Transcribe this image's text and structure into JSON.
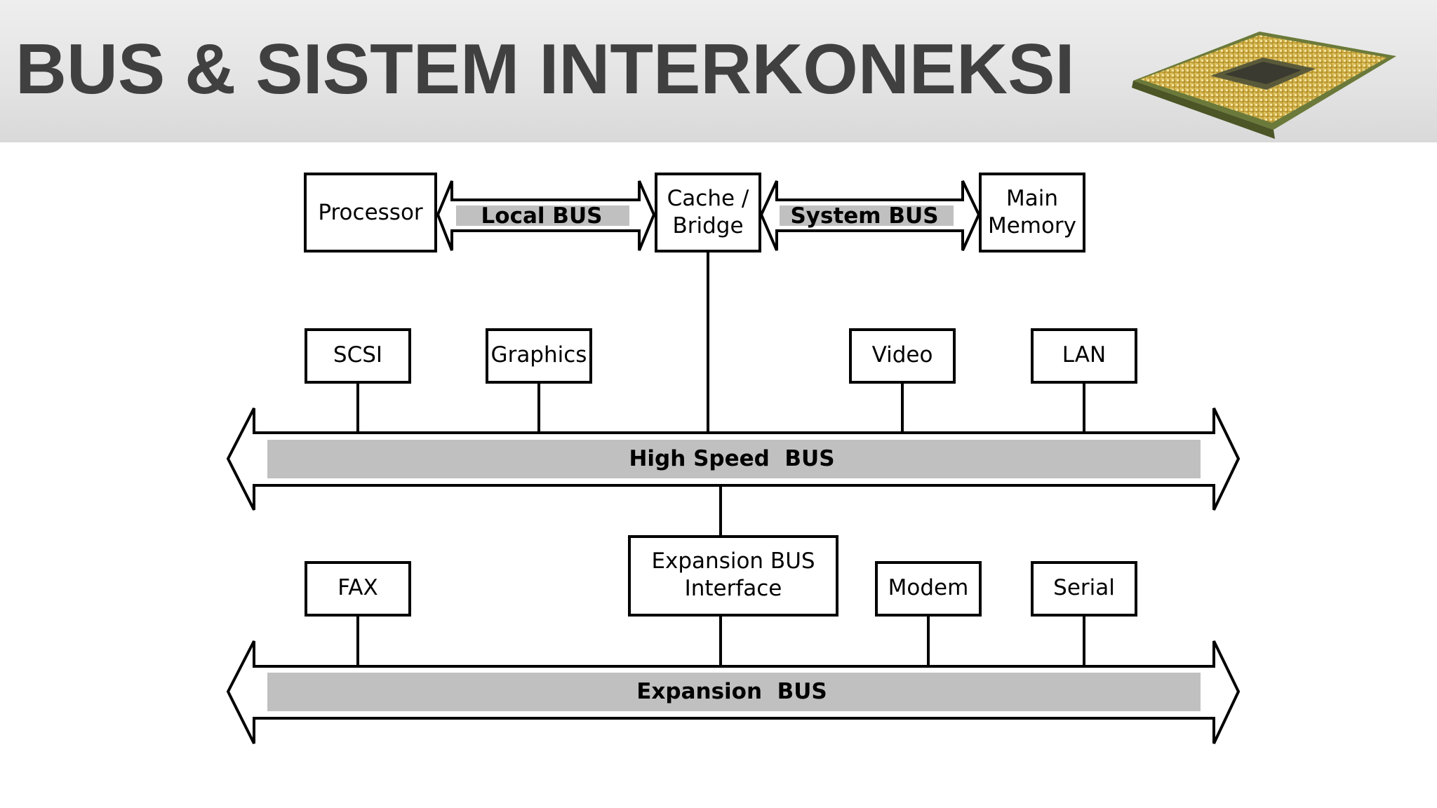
{
  "title": "BUS & SISTEM INTERKONEKSI",
  "components": {
    "processor": "Processor",
    "cache_line1": "Cache /",
    "cache_line2": "Bridge",
    "memory_line1": "Main",
    "memory_line2": "Memory",
    "scsi": "SCSI",
    "graphics": "Graphics",
    "video": "Video",
    "lan": "LAN",
    "expansion_if_line1": "Expansion BUS",
    "expansion_if_line2": "Interface",
    "fax": "FAX",
    "modem": "Modem",
    "serial": "Serial"
  },
  "buses": {
    "local": "Local BUS",
    "system": "System BUS",
    "high_speed": "High Speed  BUS",
    "expansion": "Expansion  BUS"
  },
  "colors": {
    "title": "#404040",
    "bus_band": "#c0c0c0"
  }
}
